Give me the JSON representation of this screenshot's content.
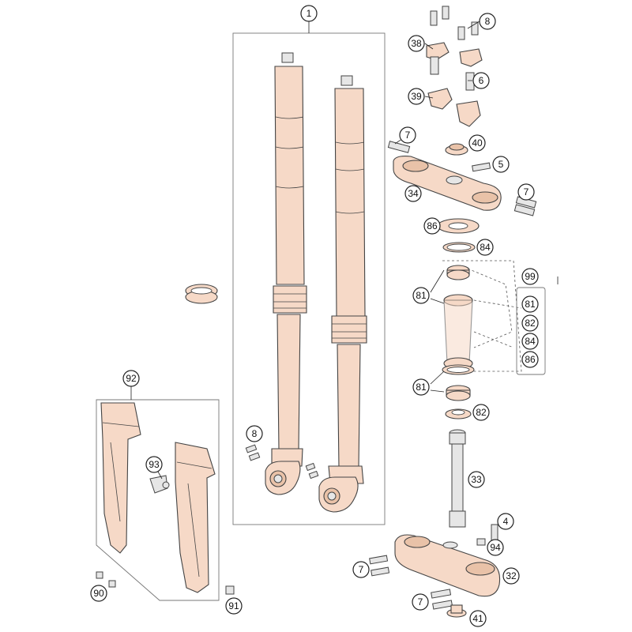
{
  "callouts": {
    "c1": "1",
    "c8a": "8",
    "c38": "38",
    "c6": "6",
    "c39": "39",
    "c7a": "7",
    "c40": "40",
    "c5": "5",
    "c34": "34",
    "c7b": "7",
    "c86": "86",
    "c84": "84",
    "c81a": "81",
    "c99": "99",
    "k81": "81",
    "k82": "82",
    "k84": "84",
    "k86": "86",
    "c81b": "81",
    "c82": "82",
    "c33": "33",
    "c4": "4",
    "c94": "94",
    "c32": "32",
    "c7c": "7",
    "c7d": "7",
    "c41": "41",
    "c92": "92",
    "c93": "93",
    "c90": "90",
    "c91": "91",
    "c8b": "8"
  },
  "colors": {
    "part_fill": "#f6d9c7",
    "outline": "#444444"
  }
}
